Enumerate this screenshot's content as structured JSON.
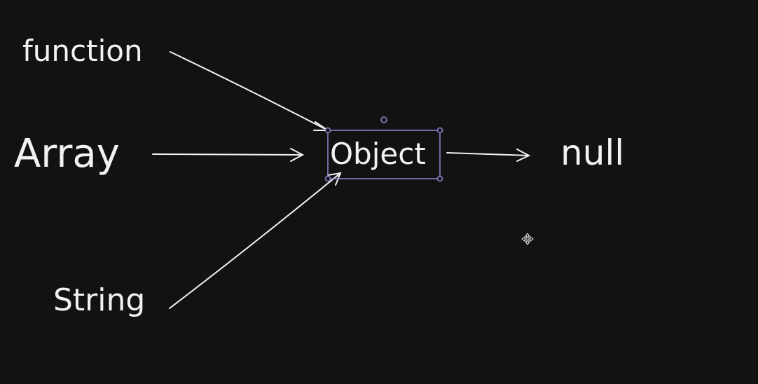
{
  "colors": {
    "background": "#121212",
    "stroke": "#f2f2f2",
    "selection": "#8f86d6"
  },
  "icons": {
    "move_cursor": "move-cursor-icon",
    "rotate_handle": "rotate-handle-icon",
    "resize_handle": "resize-handle-icon"
  },
  "nodes": {
    "function": {
      "label": "function"
    },
    "array": {
      "label": "Array"
    },
    "string": {
      "label": "String"
    },
    "object": {
      "label": "Object",
      "selected": true
    },
    "null": {
      "label": "null"
    }
  },
  "edges": [
    {
      "from": "function",
      "to": "object"
    },
    {
      "from": "array",
      "to": "object"
    },
    {
      "from": "string",
      "to": "object"
    },
    {
      "from": "object",
      "to": "null"
    }
  ]
}
